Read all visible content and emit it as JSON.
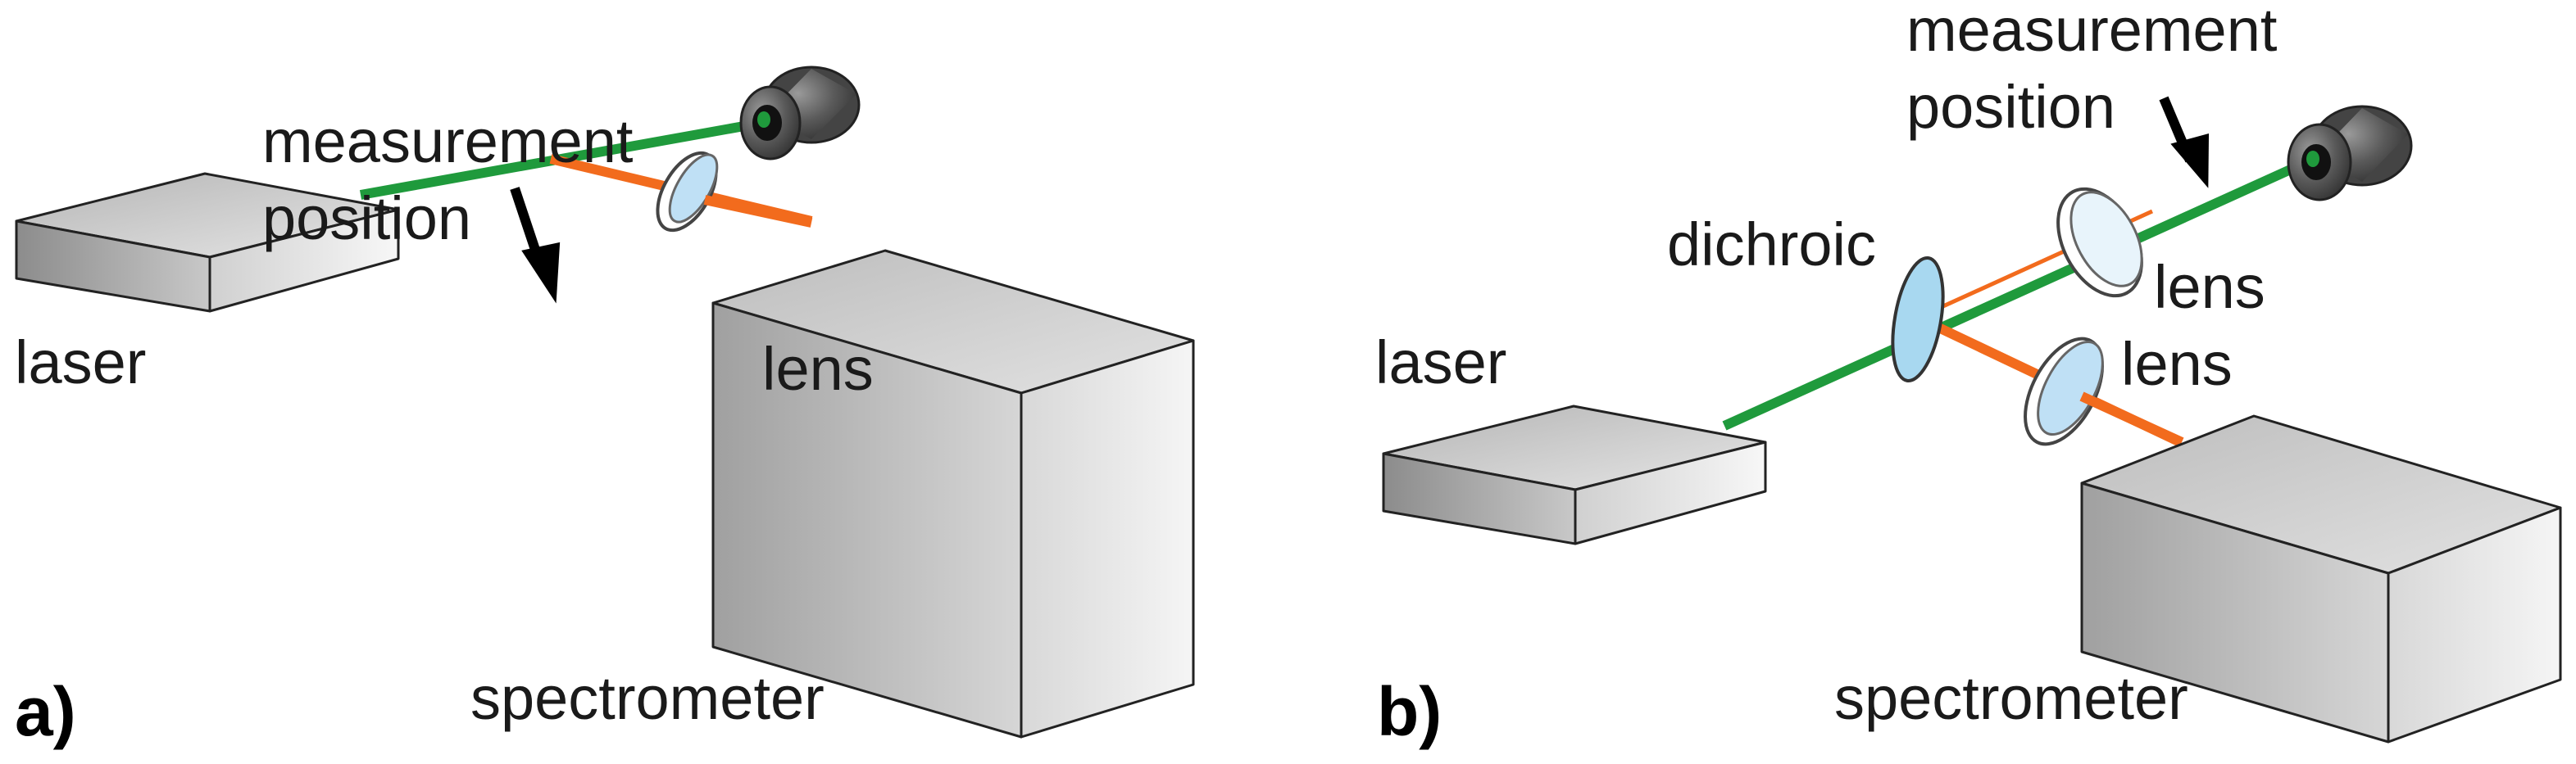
{
  "colors": {
    "laser_beam": "#1f9a3c",
    "signal_beam": "#f26b1d",
    "lens_tint": "#bfe0f5",
    "dichroic_fill": "#a8d8f0",
    "box_light": "#efefef",
    "box_dark": "#8a8a8a"
  },
  "panel_a": {
    "label": "a)",
    "laser_label": "laser",
    "measurement_label_line1": "measurement",
    "measurement_label_line2": "position",
    "lens_label": "lens",
    "spectrometer_label": "spectrometer"
  },
  "panel_b": {
    "label": "b)",
    "laser_label": "laser",
    "measurement_label_line1": "measurement",
    "measurement_label_line2": "position",
    "dichroic_label": "dichroic",
    "lens_upper_label": "lens",
    "lens_lower_label": "lens",
    "spectrometer_label": "spectrometer"
  }
}
